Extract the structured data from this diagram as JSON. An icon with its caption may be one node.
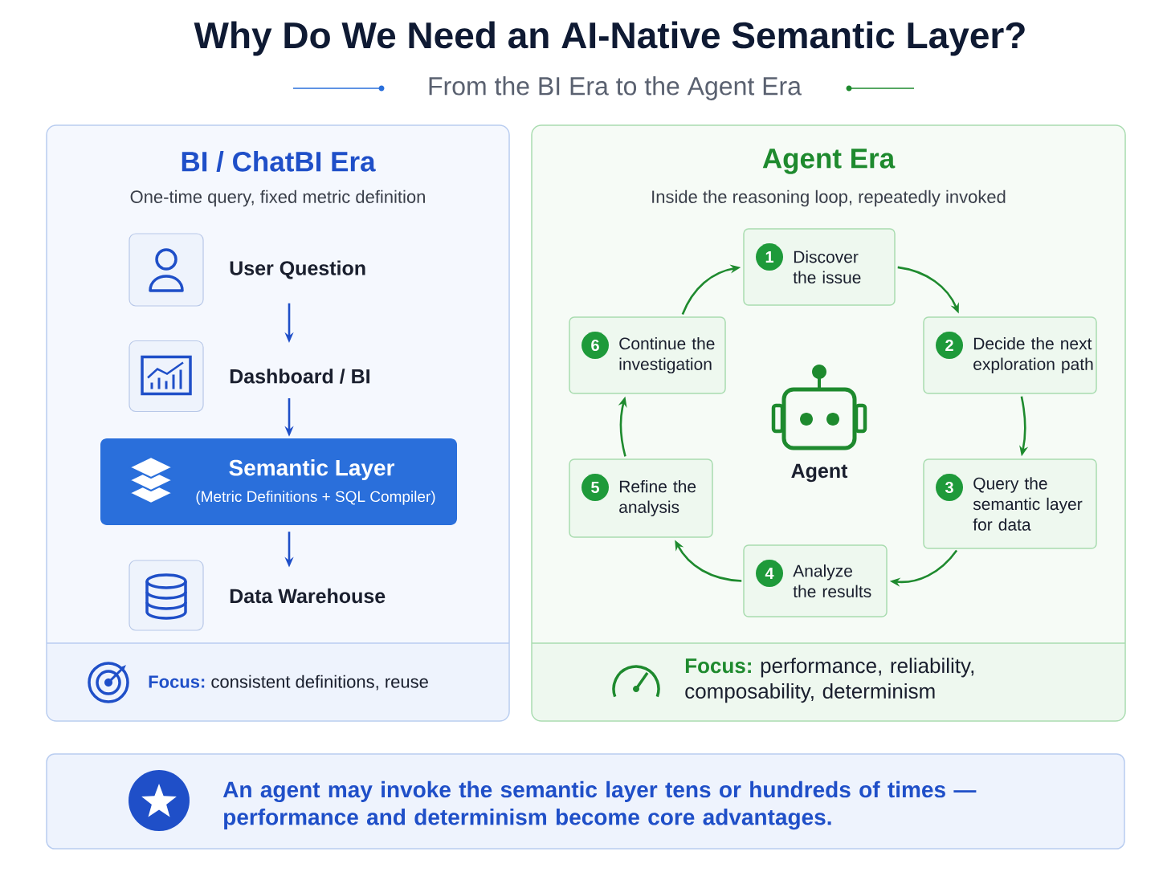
{
  "diagram": {
    "title": "Why Do We Need an AI-Native Semantic Layer?",
    "nodes": [
      {
        "text": [
          "BI / ChatBI Era",
          "One-time query, fixed metric definition"
        ]
      },
      {
        "text": [
          "User Question"
        ],
        "in": 0
      },
      {
        "text": [
          "Dashboard / BI"
        ],
        "in": 0
      },
      {
        "text": [
          "Semantic Layer",
          "(Metric Definitions + SQL Compiler)"
        ],
        "in": 0
      },
      {
        "text": [
          "Data Warehouse"
        ],
        "in": 0
      },
      {
        "text": [
          "Focus:",
          "consistent definitions, reuse"
        ],
        "in": 0
      },
      {
        "text": [
          "Agent Era",
          "Inside the reasoning loop, repeatedly invoked"
        ]
      },
      {
        "text": [
          "Agent"
        ],
        "in": 6
      },
      {
        "text": [
          "1",
          "Discover the issue"
        ],
        "in": 6
      },
      {
        "text": [
          "2",
          "Decide the next exploration path"
        ],
        "in": 6
      },
      {
        "text": [
          "3",
          "Query the semantic layer for data"
        ],
        "in": 6
      },
      {
        "text": [
          "4",
          "Analyze the results"
        ],
        "in": 6
      },
      {
        "text": [
          "5",
          "Refine the analysis"
        ],
        "in": 6
      },
      {
        "text": [
          "6",
          "Continue the investigation"
        ],
        "in": 6
      },
      {
        "text": [
          "Focus:",
          "performance, reliability, composability, determinism"
        ],
        "in": 6
      },
      {
        "text": [
          "An agent may invoke the semantic layer tens or hundreds of times — performance and determinism become core advantages."
        ]
      }
    ],
    "edges": [
      {
        "from": 1,
        "to": 2,
        "arrow": "to",
        "color": "#1f4fc8"
      },
      {
        "from": 2,
        "to": 3,
        "arrow": "to",
        "color": "#1f4fc8"
      },
      {
        "from": 3,
        "to": 4,
        "arrow": "to",
        "color": "#1f4fc8"
      },
      {
        "from": 8,
        "to": 9,
        "arrow": "to"
      },
      {
        "from": 9,
        "to": 10,
        "arrow": "to"
      },
      {
        "from": 10,
        "to": 11,
        "arrow": "to"
      },
      {
        "from": 11,
        "to": 12,
        "arrow": "to"
      },
      {
        "from": 12,
        "to": 13,
        "arrow": "to"
      },
      {
        "from": 13,
        "to": 8,
        "arrow": "to"
      }
    ],
    "labels": [
      "From the BI Era to the Agent Era"
    ]
  }
}
